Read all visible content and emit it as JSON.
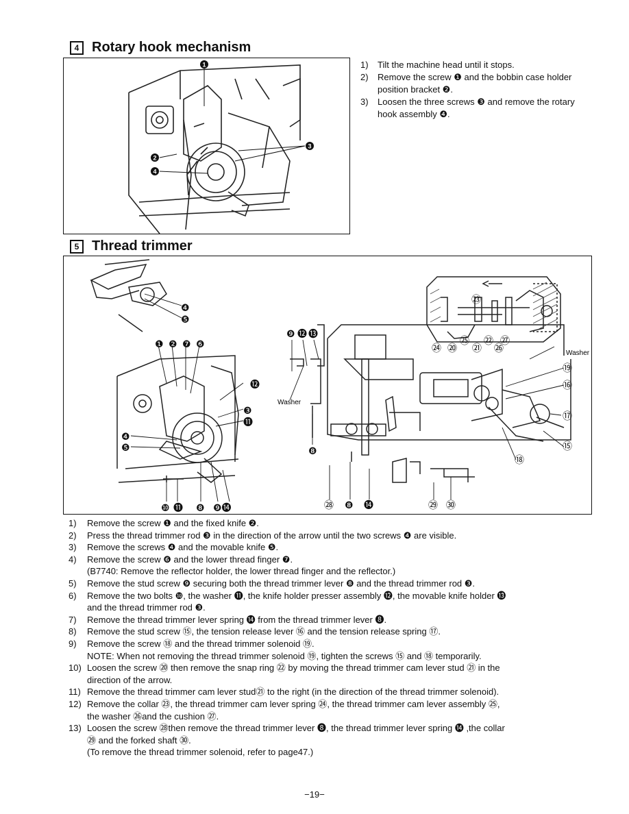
{
  "section4": {
    "number": "4",
    "title": "Rotary hook mechanism",
    "steps": [
      {
        "n": "1)",
        "text": "Tilt the machine head until it stops."
      },
      {
        "n": "2)",
        "text": "Remove the screw ❶ and the bobbin case holder position bracket ❷."
      },
      {
        "n": "3)",
        "text": "Loosen the three screws ❸ and remove the rotary hook assembly ❹."
      }
    ],
    "callouts": [
      "❶",
      "❷",
      "❸",
      "❹"
    ]
  },
  "section5": {
    "number": "5",
    "title": "Thread trimmer",
    "figure_labels": {
      "washer_left": "Washer",
      "washer_right": "Washer",
      "top_left": [
        "❹",
        "❺"
      ],
      "row_left": [
        "❶",
        "❷",
        "❼",
        "❻"
      ],
      "left_side": [
        "⓬",
        "❸",
        "⓫",
        "❹",
        "❺"
      ],
      "bottom_left": [
        "❿",
        "⓫",
        "❽",
        "❾⓮"
      ],
      "top_mid": [
        "❾",
        "⓬",
        "⓭"
      ],
      "inset": [
        "㉓",
        "㉔",
        "⑳",
        "㉕",
        "㉑",
        "㉒",
        "㉖",
        "㉗"
      ],
      "right_side": [
        "⑲",
        "⑯",
        "⑰",
        "⑮",
        "⑱"
      ],
      "bottom_mid": [
        "❽",
        "㉘",
        "❽",
        "⓮",
        "㉙",
        "㉚"
      ]
    },
    "steps": [
      {
        "n": "1)",
        "text": "Remove the screw ❶ and the fixed knife ❷."
      },
      {
        "n": "2)",
        "text": "Press the thread trimmer rod ❸ in the direction of the arrow until the two screws ❹ are visible."
      },
      {
        "n": "3)",
        "text": "Remove the screws ❹ and the movable knife ❺."
      },
      {
        "n": "4)",
        "text": "Remove the screw ❻ and the lower thread finger ❼."
      },
      {
        "n": "",
        "text": "(B7740: Remove the reflector holder, the lower thread finger and the reflector.)"
      },
      {
        "n": "5)",
        "text": "Remove the stud screw ❾ securing both the thread trimmer lever ❽ and the thread trimmer rod ❸."
      },
      {
        "n": "6)",
        "text": "Remove the two bolts ❿, the washer ⓫, the knife holder presser assembly ⓬, the movable knife holder ⓭"
      },
      {
        "n": "",
        "text": "and the thread trimmer rod ❸."
      },
      {
        "n": "7)",
        "text": "Remove the thread trimmer lever spring ⓮ from the thread trimmer lever ❽."
      },
      {
        "n": "8)",
        "text": "Remove the stud screw ⑮, the tension release lever ⑯ and the tension release spring ⑰."
      },
      {
        "n": "9)",
        "text": "Remove the screw ⑱ and the thread trimmer solenoid ⑲."
      },
      {
        "n": "",
        "text": "NOTE:  When not removing the thread trimmer solenoid ⑲, tighten the screws ⑮ and ⑱ temporarily."
      },
      {
        "n": "10)",
        "text": "Loosen the screw ⑳ then remove the snap ring ㉒ by moving the thread trimmer cam lever stud ㉑ in the"
      },
      {
        "n": "",
        "text": "direction of the arrow."
      },
      {
        "n": "11)",
        "text": "Remove the thread trimmer cam lever stud㉑ to the right (in the direction of the thread trimmer solenoid)."
      },
      {
        "n": "12)",
        "text": "Remove the collar ㉓, the thread trimmer cam lever spring ㉔, the thread trimmer cam lever assembly ㉕,"
      },
      {
        "n": "",
        "text": "the washer ㉖and the cushion ㉗."
      },
      {
        "n": "13)",
        "text": "Loosen the screw ㉘then remove the thread trimmer lever ❽, the thread trimmer lever spring ⓮ ,the collar"
      },
      {
        "n": "",
        "text": "㉙ and the forked shaft ㉚."
      },
      {
        "n": "",
        "text": "(To remove the thread trimmer solenoid, refer to page47.)"
      }
    ]
  },
  "page_number": "−19−"
}
